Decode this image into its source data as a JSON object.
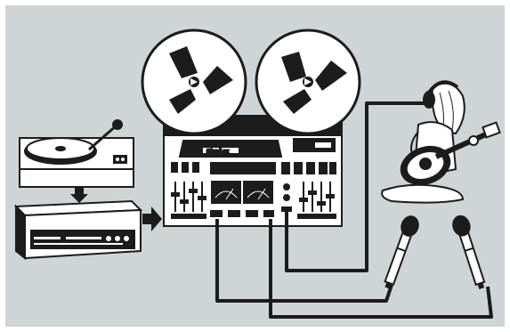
{
  "illustration": {
    "background_color": "#cfd4d6",
    "ink_color": "#1c1c1c",
    "paper_color": "#ffffff",
    "components": [
      {
        "id": "turntable",
        "icon": "turntable-icon"
      },
      {
        "id": "amplifier",
        "icon": "amplifier-icon"
      },
      {
        "id": "reel-to-reel-recorder",
        "icon": "tape-recorder-icon"
      },
      {
        "id": "guitar-player",
        "icon": "guitarist-icon"
      },
      {
        "id": "microphone-left",
        "icon": "microphone-icon"
      },
      {
        "id": "microphone-right",
        "icon": "microphone-icon"
      }
    ],
    "connections": [
      {
        "from": "turntable",
        "to": "amplifier",
        "kind": "arrow"
      },
      {
        "from": "amplifier",
        "to": "reel-to-reel-recorder",
        "kind": "arrow"
      },
      {
        "from": "reel-to-reel-recorder",
        "to": "guitar-player",
        "kind": "cable"
      },
      {
        "from": "reel-to-reel-recorder",
        "to": "microphone-left",
        "kind": "cable"
      },
      {
        "from": "reel-to-reel-recorder",
        "to": "microphone-right",
        "kind": "cable"
      }
    ]
  },
  "recorder": {
    "reel_count": 2,
    "display_marking": "Simplex"
  }
}
